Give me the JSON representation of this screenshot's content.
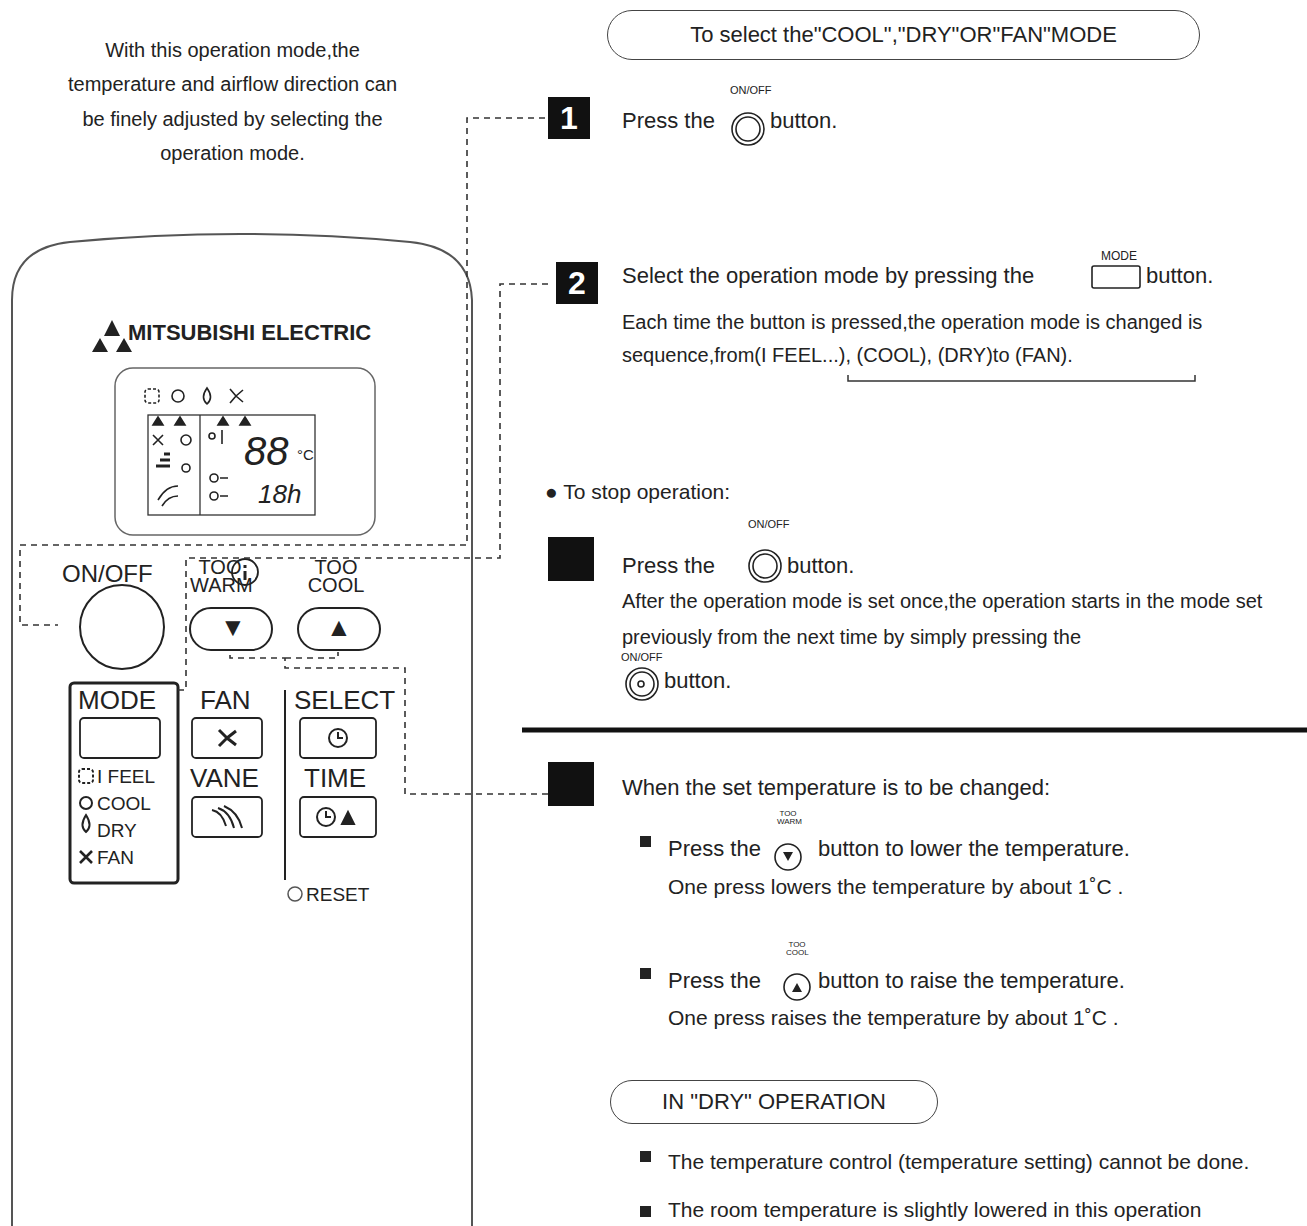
{
  "diagram": {
    "nodes": [
      {
        "text": [
          "To select the\"COOL\",\"DRY\"OR\"FAN\"MODE"
        ]
      },
      {
        "text": [
          "1"
        ]
      },
      {
        "text": [
          "2"
        ]
      },
      {
        "text": [
          "IN \"DRY\" OPERATION"
        ]
      }
    ],
    "labels": [
      "With this operation mode,the temperature and airflow direction can be finely adjusted by selecting the operation mode.",
      "MITSUBISHI ELECTRIC",
      "88",
      "°C",
      "18h",
      "ON/OFF",
      "TOO WARM",
      "TOO COOL",
      "▼",
      "▲",
      "MODE",
      "FAN",
      "SELECT",
      "I FEEL",
      "COOL",
      "DRY",
      "FAN",
      "VANE",
      "TIME",
      "RESET",
      "Press the",
      "ON/OFF",
      "button.",
      "Select the operation mode by pressing the",
      "MODE",
      "button.",
      "Each time the button is pressed,the operation mode is changed is sequence,from(I FEEL...), (COOL), (DRY)to (FAN).",
      "● To stop operation:",
      "Press the",
      "ON/OFF",
      "button.",
      "After the operation mode is set once,the operation starts in the mode set previously from the next time by simply pressing the",
      "ON/OFF",
      "button.",
      "When the set temperature is to be changed:",
      "Press the",
      "TOO WARM",
      "button to lower the temperature.",
      "One press lowers the temperature by about 1˚C .",
      "Press the",
      "TOO COOL",
      "button to raise the temperature.",
      "One press raises the temperature by about 1˚C .",
      "The temperature control (temperature setting) cannot be done.",
      "The room temperature is slightly lowered in this operation"
    ]
  }
}
